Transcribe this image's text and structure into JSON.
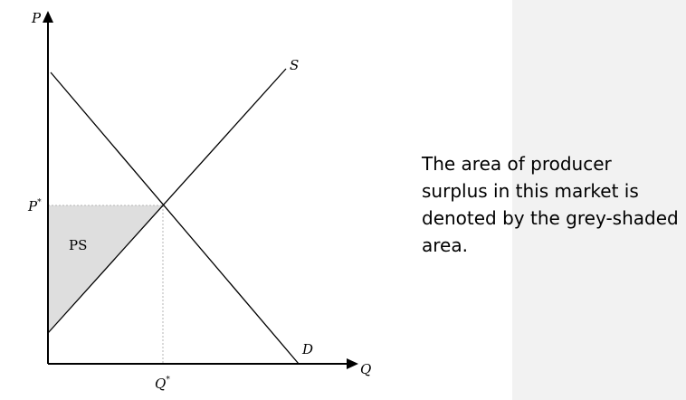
{
  "diagram": {
    "axis_y_label": "P",
    "axis_x_label": "Q",
    "supply_label": "S",
    "demand_label": "D",
    "price_eq_label": "P",
    "price_eq_sup": "*",
    "qty_eq_label": "Q",
    "qty_eq_sup": "*",
    "area_label": "PS",
    "area_fill": "#dedede",
    "line_color": "#000000"
  },
  "caption": {
    "text": "The area of producer surplus in this market is denoted by the grey-shaded area."
  }
}
